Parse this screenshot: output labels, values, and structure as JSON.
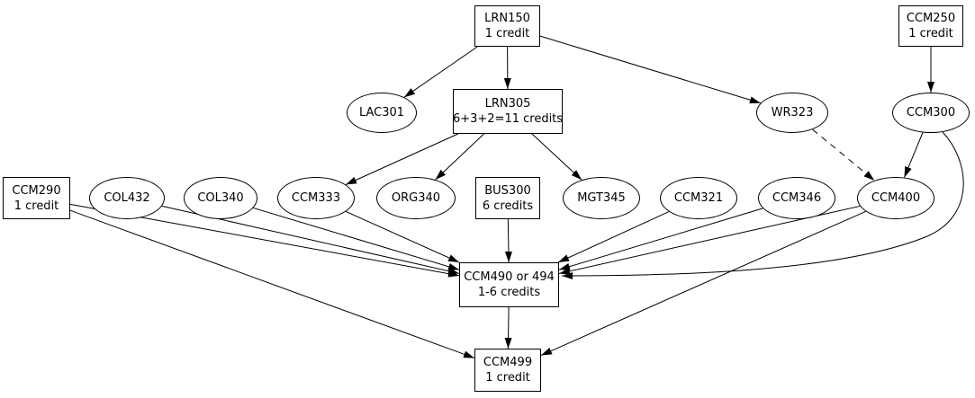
{
  "diagram": {
    "type": "directed-graph",
    "background": "#ffffff",
    "stroke_color": "#000000",
    "text_color": "#000000",
    "nodes": [
      {
        "id": "LRN150",
        "shape": "box",
        "label": "LRN150",
        "sublabel": "1 credit"
      },
      {
        "id": "CCM250",
        "shape": "box",
        "label": "CCM250",
        "sublabel": "1 credit"
      },
      {
        "id": "LAC301",
        "shape": "ellipse",
        "label": "LAC301"
      },
      {
        "id": "LRN305",
        "shape": "box",
        "label": "LRN305",
        "sublabel": "6+3+2=11 credits"
      },
      {
        "id": "WR323",
        "shape": "ellipse",
        "label": "WR323"
      },
      {
        "id": "CCM300",
        "shape": "ellipse",
        "label": "CCM300"
      },
      {
        "id": "CCM290",
        "shape": "box",
        "label": "CCM290",
        "sublabel": "1 credit"
      },
      {
        "id": "COL432",
        "shape": "ellipse",
        "label": "COL432"
      },
      {
        "id": "COL340",
        "shape": "ellipse",
        "label": "COL340"
      },
      {
        "id": "CCM333",
        "shape": "ellipse",
        "label": "CCM333"
      },
      {
        "id": "ORG340",
        "shape": "ellipse",
        "label": "ORG340"
      },
      {
        "id": "BUS300",
        "shape": "box",
        "label": "BUS300",
        "sublabel": "6 credits"
      },
      {
        "id": "MGT345",
        "shape": "ellipse",
        "label": "MGT345"
      },
      {
        "id": "CCM321",
        "shape": "ellipse",
        "label": "CCM321"
      },
      {
        "id": "CCM346",
        "shape": "ellipse",
        "label": "CCM346"
      },
      {
        "id": "CCM400",
        "shape": "ellipse",
        "label": "CCM400"
      },
      {
        "id": "CCM490",
        "shape": "box",
        "label": "CCM490 or 494",
        "sublabel": "1-6 credits"
      },
      {
        "id": "CCM499",
        "shape": "box",
        "label": "CCM499",
        "sublabel": "1 credit"
      }
    ],
    "edges": [
      {
        "from": "LRN150",
        "to": "LAC301",
        "style": "solid"
      },
      {
        "from": "LRN150",
        "to": "LRN305",
        "style": "solid"
      },
      {
        "from": "LRN150",
        "to": "WR323",
        "style": "solid"
      },
      {
        "from": "CCM250",
        "to": "CCM300",
        "style": "solid"
      },
      {
        "from": "LRN305",
        "to": "CCM333",
        "style": "solid"
      },
      {
        "from": "LRN305",
        "to": "ORG340",
        "style": "solid"
      },
      {
        "from": "LRN305",
        "to": "MGT345",
        "style": "solid"
      },
      {
        "from": "WR323",
        "to": "CCM400",
        "style": "dashed"
      },
      {
        "from": "CCM300",
        "to": "CCM400",
        "style": "solid"
      },
      {
        "from": "CCM300",
        "to": "CCM490",
        "style": "solid"
      },
      {
        "from": "CCM290",
        "to": "CCM490",
        "style": "solid"
      },
      {
        "from": "COL432",
        "to": "CCM490",
        "style": "solid"
      },
      {
        "from": "COL340",
        "to": "CCM490",
        "style": "solid"
      },
      {
        "from": "CCM333",
        "to": "CCM490",
        "style": "solid"
      },
      {
        "from": "BUS300",
        "to": "CCM490",
        "style": "solid"
      },
      {
        "from": "CCM321",
        "to": "CCM490",
        "style": "solid"
      },
      {
        "from": "CCM346",
        "to": "CCM490",
        "style": "solid"
      },
      {
        "from": "CCM400",
        "to": "CCM490",
        "style": "solid"
      },
      {
        "from": "CCM290",
        "to": "CCM499",
        "style": "solid"
      },
      {
        "from": "CCM400",
        "to": "CCM499",
        "style": "solid"
      },
      {
        "from": "CCM490",
        "to": "CCM499",
        "style": "solid"
      }
    ]
  }
}
